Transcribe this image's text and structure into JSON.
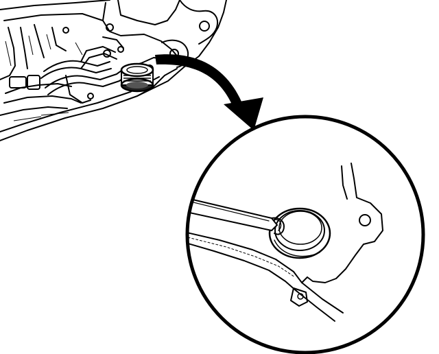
{
  "illustration": {
    "subject": "transmission-valve-body-seal-removal",
    "line_color": "#000000",
    "background_color": "#ffffff",
    "parts": [
      "valve-body-housing",
      "fluid-passages",
      "seal-ring",
      "callout-arrow",
      "magnified-detail-circle",
      "pick-tool",
      "bore-opening",
      "bolt-holes"
    ]
  }
}
